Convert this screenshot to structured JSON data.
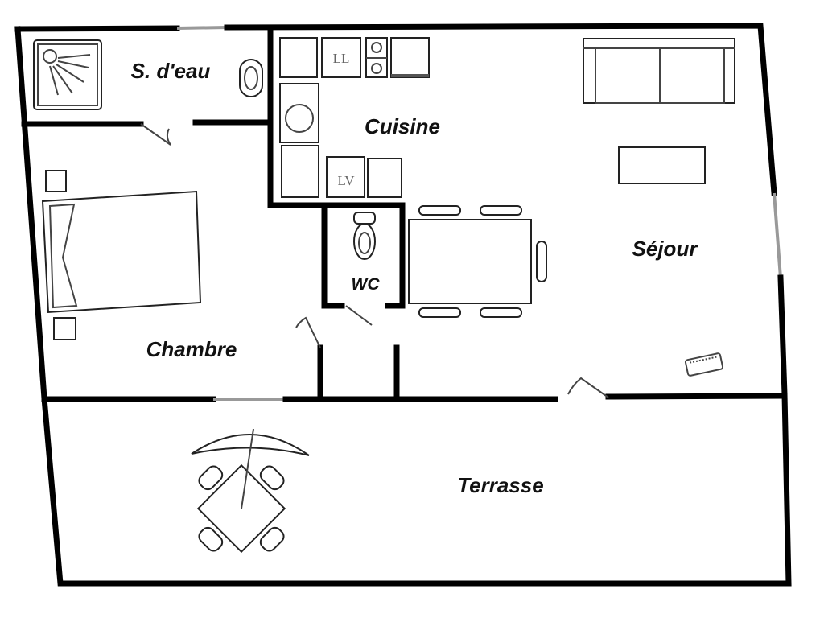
{
  "rooms": {
    "salle_deau": "S. d'eau",
    "cuisine": "Cuisine",
    "sejour": "Séjour",
    "wc": "WC",
    "chambre": "Chambre",
    "terrasse": "Terrasse"
  },
  "appliances": {
    "lave_linge": "LL",
    "lave_vaisselle": "LV"
  }
}
